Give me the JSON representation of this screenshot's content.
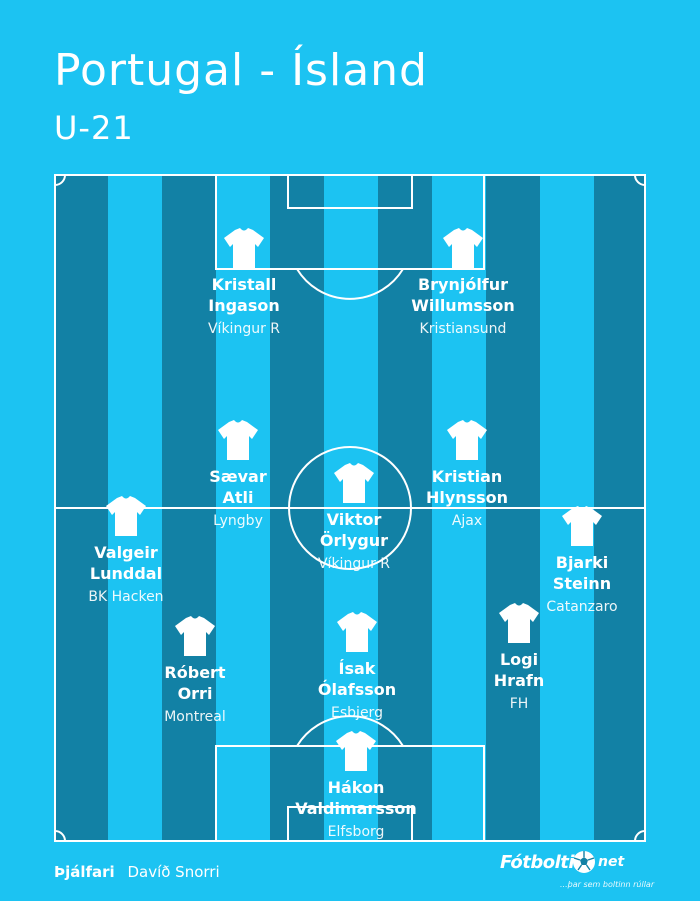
{
  "header": {
    "title": "Portugal - Ísland",
    "subtitle": "U-21"
  },
  "colors": {
    "background": "#1cc3f2",
    "stripe_dark": "#1281a5",
    "stripe_light": "#1cc3f2",
    "line": "#ffffff"
  },
  "players": [
    {
      "first": "Kristall",
      "last": "Ingason",
      "club": "Víkingur R"
    },
    {
      "first": "Brynjólfur",
      "last": "Willumsson",
      "club": "Kristiansund"
    },
    {
      "first": "Sævar",
      "last": "Atli",
      "club": "Lyngby"
    },
    {
      "first": "Kristian",
      "last": "Hlynsson",
      "club": "Ajax"
    },
    {
      "first": "Viktor",
      "last": "Örlygur",
      "club": "Víkingur R"
    },
    {
      "first": "Valgeir",
      "last": "Lunddal",
      "club": "BK Hacken"
    },
    {
      "first": "Bjarki",
      "last": "Steinn",
      "club": "Catanzaro"
    },
    {
      "first": "Róbert",
      "last": "Orri",
      "club": "Montreal"
    },
    {
      "first": "Ísak",
      "last": "Ólafsson",
      "club": "Esbjerg"
    },
    {
      "first": "Logi",
      "last": "Hrafn",
      "club": "FH"
    },
    {
      "first": "Hákon",
      "last": "Valdimarsson",
      "club": "Elfsborg"
    }
  ],
  "footer": {
    "coach_label": "Þjálfari",
    "coach_name": "Davíð Snorri"
  },
  "logo": {
    "wordmark": "Fótbolti",
    "suffix": "net",
    "tagline": "...þar sem boltinn rúllar"
  },
  "icons": {
    "player": "shirt-icon",
    "logo_ball": "football-icon"
  }
}
